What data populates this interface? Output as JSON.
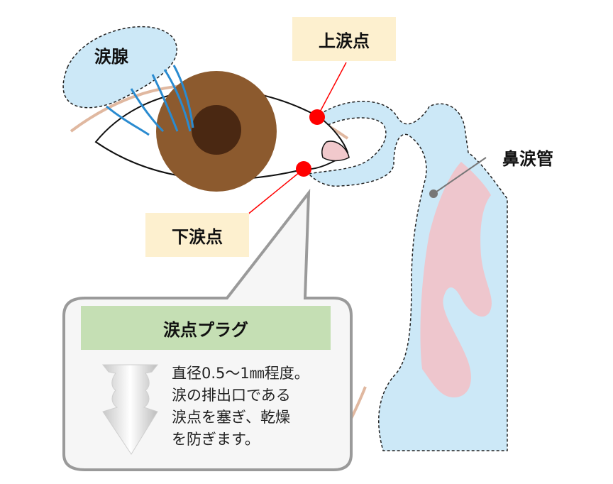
{
  "labels": {
    "lacrimal_gland": "涙腺",
    "upper_punctum": "上涙点",
    "lower_punctum": "下涙点",
    "nasolacrimal_duct": "鼻涙管"
  },
  "callout": {
    "title": "涙点プラグ",
    "lines": [
      "直径0.5〜1㎜程度。",
      "涙の排出口である",
      "涙点を塞ぎ、乾燥",
      "を防ぎます。"
    ]
  },
  "colors": {
    "duct_fill": "#cce8f7",
    "tissue_pink": "#eec6cd",
    "iris": "#8c5a2e",
    "pupil": "#4a2812",
    "punctum_dot": "#ff0000",
    "label_box": "#fdf0cf",
    "callout_title_bg": "#c5dfb4",
    "eyebrow": "#e0b8a0"
  }
}
